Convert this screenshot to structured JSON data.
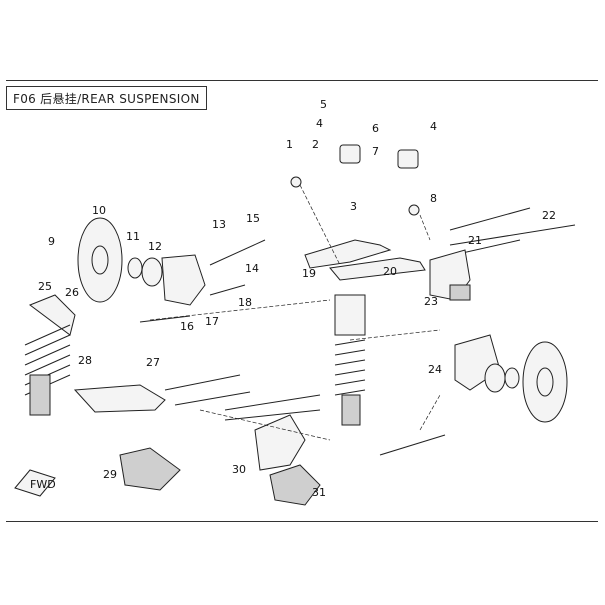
{
  "header": {
    "title": "F06 后悬挂/REAR SUSPENSION"
  },
  "front_arrow": {
    "label": "FWD"
  },
  "callouts": [
    {
      "n": "1"
    },
    {
      "n": "2"
    },
    {
      "n": "3"
    },
    {
      "n": "4"
    },
    {
      "n": "4"
    },
    {
      "n": "5"
    },
    {
      "n": "6"
    },
    {
      "n": "7"
    },
    {
      "n": "8"
    },
    {
      "n": "9"
    },
    {
      "n": "10"
    },
    {
      "n": "11"
    },
    {
      "n": "12"
    },
    {
      "n": "13"
    },
    {
      "n": "14"
    },
    {
      "n": "15"
    },
    {
      "n": "16"
    },
    {
      "n": "17"
    },
    {
      "n": "18"
    },
    {
      "n": "19"
    },
    {
      "n": "20"
    },
    {
      "n": "21"
    },
    {
      "n": "22"
    },
    {
      "n": "23"
    },
    {
      "n": "24"
    },
    {
      "n": "25"
    },
    {
      "n": "26"
    },
    {
      "n": "27"
    },
    {
      "n": "28"
    },
    {
      "n": "29"
    },
    {
      "n": "30"
    },
    {
      "n": "31"
    }
  ]
}
